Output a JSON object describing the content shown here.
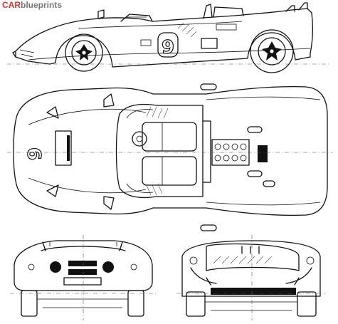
{
  "brand": {
    "car": "CAR",
    "blueprints": "blueprints"
  },
  "race_number": "9",
  "colors": {
    "brand_red": "#d9342b",
    "brand_grey": "#777777",
    "ink": "#111111"
  }
}
